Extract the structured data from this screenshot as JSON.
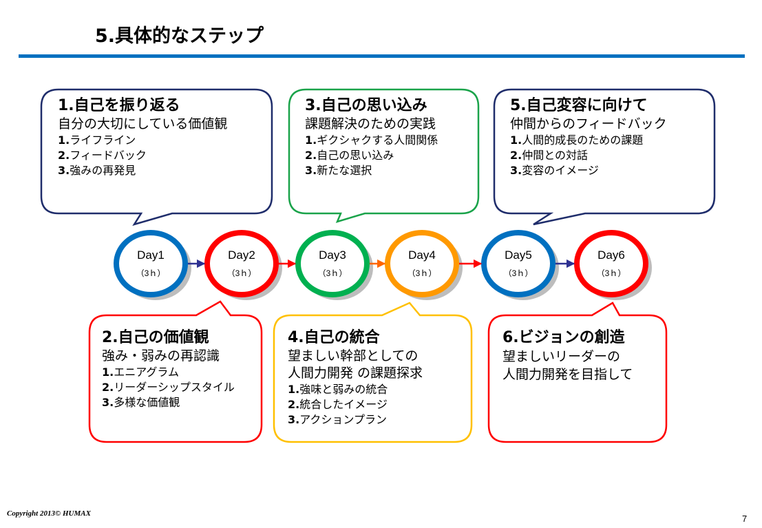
{
  "title": "5.具体的なステップ",
  "colors": {
    "blue": "#0070c0",
    "red": "#ff0000",
    "green": "#00b050",
    "orange": "#ff9900",
    "navy": "#1f2d6b",
    "bubble_green": "#1aa34a",
    "bubble_yellow": "#ffc000"
  },
  "days": [
    {
      "label": "Day1",
      "hours": "（3ｈ）",
      "color": "#0070c0"
    },
    {
      "label": "Day2",
      "hours": "（3ｈ）",
      "color": "#ff0000"
    },
    {
      "label": "Day3",
      "hours": "（3ｈ）",
      "color": "#00b050"
    },
    {
      "label": "Day4",
      "hours": "（3ｈ）",
      "color": "#ff9900"
    },
    {
      "label": "Day5",
      "hours": "（3ｈ）",
      "color": "#0070c0"
    },
    {
      "label": "Day6",
      "hours": "（3ｈ）",
      "color": "#ff0000"
    }
  ],
  "steps": {
    "s1": {
      "head": "1.自己を振り返る",
      "sub": "自分の大切にしている価値観",
      "items": [
        {
          "n": "1.",
          "t": "ライフライン"
        },
        {
          "n": "2.",
          "t": "フィードバック"
        },
        {
          "n": "3.",
          "t": "強みの再発見"
        }
      ]
    },
    "s2": {
      "head": "2.自己の価値観",
      "sub": "強み・弱みの再認識",
      "items": [
        {
          "n": "1.",
          "t": "エニアグラム"
        },
        {
          "n": "2.",
          "t": "リーダーシップスタイル"
        },
        {
          "n": "3.",
          "t": "多様な価値観"
        }
      ]
    },
    "s3": {
      "head": "3.自己の思い込み",
      "sub": "課題解決のための実践",
      "items": [
        {
          "n": "1.",
          "t": "ギクシャクする人間関係"
        },
        {
          "n": "2.",
          "t": "自己の思い込み"
        },
        {
          "n": "3.",
          "t": "新たな選択"
        }
      ]
    },
    "s4": {
      "head": "4.自己の統合",
      "sub": "望ましい幹部としての",
      "sub2": "人間力開発 の課題探求",
      "items": [
        {
          "n": "1.",
          "t": "強味と弱みの統合"
        },
        {
          "n": "2.",
          "t": "統合したイメージ"
        },
        {
          "n": "3.",
          "t": "アクションプラン"
        }
      ]
    },
    "s5": {
      "head": "5.自己変容に向けて",
      "sub": "仲間からのフィードバック",
      "items": [
        {
          "n": "1.",
          "t": "人間的成長のための課題"
        },
        {
          "n": "2.",
          "t": "仲間との対話"
        },
        {
          "n": "3.",
          "t": "変容のイメージ"
        }
      ]
    },
    "s6": {
      "head": "6.ビジョンの創造",
      "sub": "望ましいリーダーの",
      "sub2": "人間力開発を目指して"
    }
  },
  "footer": "Copyright 2013© HUMAX",
  "page_number": "7"
}
